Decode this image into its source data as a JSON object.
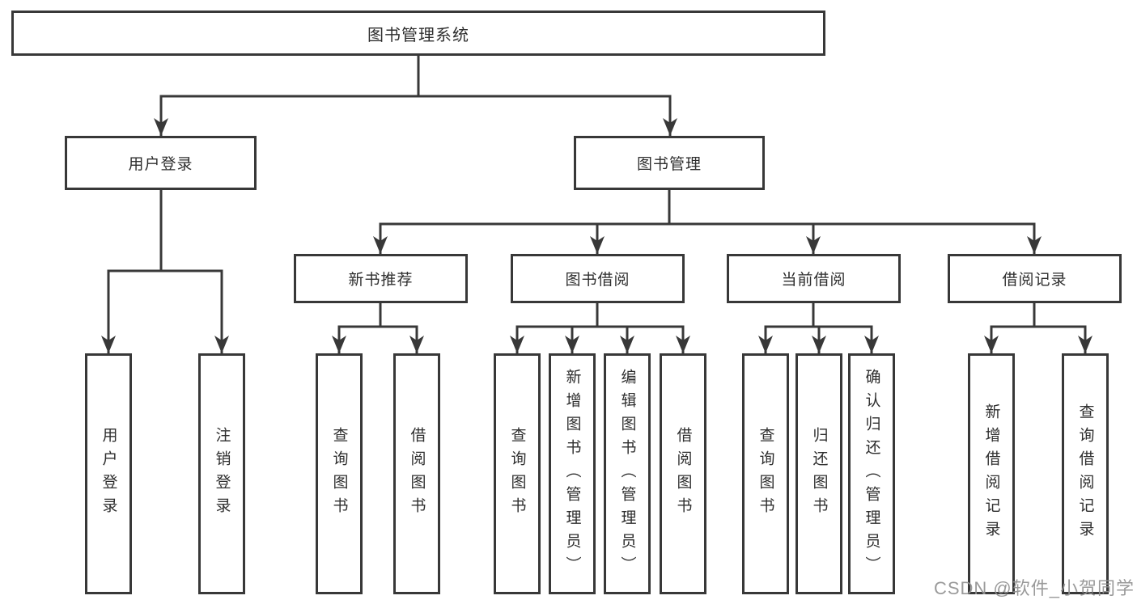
{
  "diagram": {
    "root": {
      "label": "图书管理系统"
    },
    "branches": [
      {
        "label": "用户登录",
        "children": [
          {
            "label": "用户登录"
          },
          {
            "label": "注销登录"
          }
        ]
      },
      {
        "label": "图书管理",
        "children": [
          {
            "label": "新书推荐",
            "children": [
              {
                "label": "查询图书"
              },
              {
                "label": "借阅图书"
              }
            ]
          },
          {
            "label": "图书借阅",
            "children": [
              {
                "label": "查询图书"
              },
              {
                "label": "新增图书（管理员）"
              },
              {
                "label": "编辑图书（管理员）"
              },
              {
                "label": "借阅图书"
              }
            ]
          },
          {
            "label": "当前借阅",
            "children": [
              {
                "label": "查询图书"
              },
              {
                "label": "归还图书"
              },
              {
                "label": "确认归还（管理员）"
              }
            ]
          },
          {
            "label": "借阅记录",
            "children": [
              {
                "label": "新增借阅记录"
              },
              {
                "label": "查询借阅记录"
              }
            ]
          }
        ]
      }
    ]
  },
  "watermark": {
    "text": "CSDN @软件_小贺同学"
  },
  "colors": {
    "line": "#383838",
    "box_border": "#383838",
    "text": "#2e2e2e",
    "watermark": "#919191",
    "background": "#ffffff"
  }
}
